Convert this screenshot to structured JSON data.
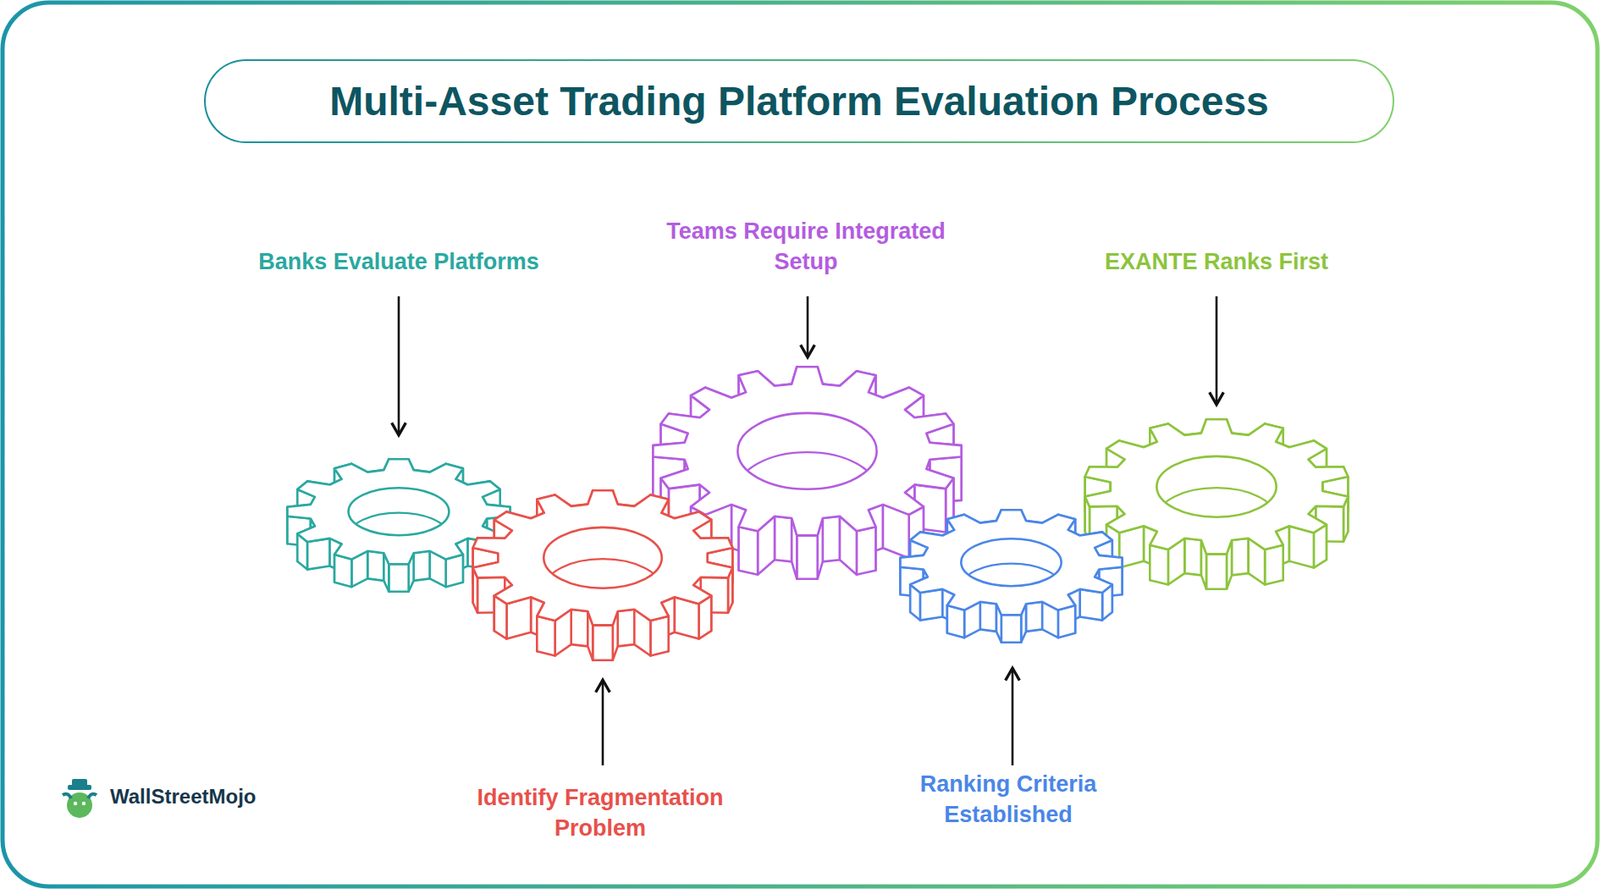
{
  "diagram": {
    "title": "Multi-Asset Trading Platform Evaluation Process",
    "nodes": [
      {
        "text": [
          "Banks Evaluate Platforms"
        ]
      },
      {
        "text": [
          "Identify Fragmentation Problem"
        ]
      },
      {
        "text": [
          "Teams Require Integrated Setup"
        ]
      },
      {
        "text": [
          "Ranking Criteria Established"
        ]
      },
      {
        "text": [
          "EXANTE Ranks First"
        ]
      }
    ],
    "labels": [
      "WallStreetMojo"
    ]
  }
}
